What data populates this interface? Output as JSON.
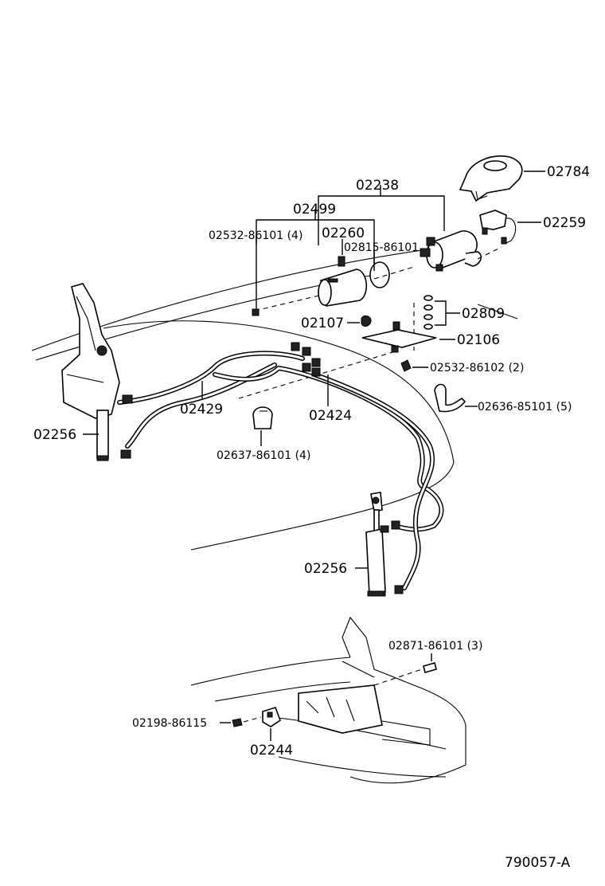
{
  "callouts": {
    "c02784": "02784",
    "c02238": "02238",
    "c02499": "02499",
    "c02259": "02259",
    "c02532_86101": "02532-86101 (4)",
    "c02260": "02260",
    "c02815_86101": "02815-86101",
    "c02809": "02809",
    "c02107": "02107",
    "c02106": "02106",
    "c02532_86102": "02532-86102 (2)",
    "c02429": "02429",
    "c02424": "02424",
    "c02636_85101": "02636-85101 (5)",
    "c02256_left": "02256",
    "c02637_86101": "02637-86101 (4)",
    "c02256_center": "02256",
    "c02871_86101": "02871-86101 (3)",
    "c02198_86115": "02198-86115",
    "c02244": "02244"
  },
  "figure_code": "790057-A"
}
